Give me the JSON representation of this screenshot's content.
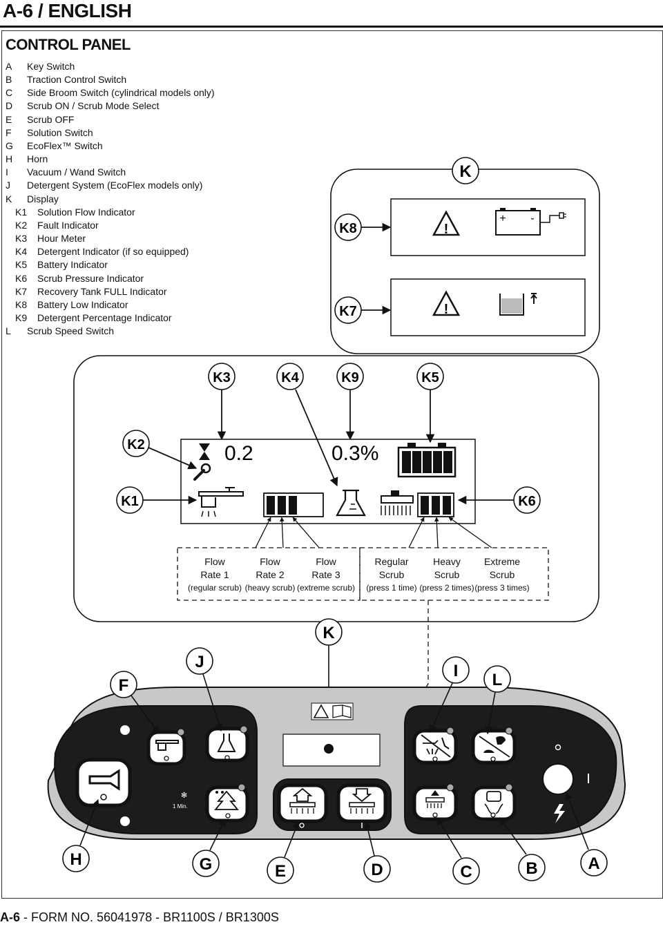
{
  "header": {
    "title": "A-6 / ENGLISH"
  },
  "section_title": "CONTROL PANEL",
  "legend": [
    {
      "key": "A",
      "label": "Key Switch"
    },
    {
      "key": "B",
      "label": "Traction Control Switch"
    },
    {
      "key": "C",
      "label": "Side Broom Switch (cylindrical models only)"
    },
    {
      "key": "D",
      "label": "Scrub ON / Scrub Mode Select"
    },
    {
      "key": "E",
      "label": "Scrub OFF"
    },
    {
      "key": "F",
      "label": "Solution Switch"
    },
    {
      "key": "G",
      "label": "EcoFlex™ Switch"
    },
    {
      "key": "H",
      "label": "Horn"
    },
    {
      "key": "I",
      "label": "Vacuum / Wand Switch"
    },
    {
      "key": "J",
      "label": "Detergent System (EcoFlex models only)"
    },
    {
      "key": "K",
      "label": "Display"
    },
    {
      "key": "K1",
      "label": "Solution Flow Indicator"
    },
    {
      "key": "K2",
      "label": "Fault Indicator"
    },
    {
      "key": "K3",
      "label": "Hour Meter"
    },
    {
      "key": "K4",
      "label": "Detergent Indicator (if so equipped)"
    },
    {
      "key": "K5",
      "label": "Battery Indicator"
    },
    {
      "key": "K6",
      "label": "Scrub Pressure Indicator"
    },
    {
      "key": "K7",
      "label": "Recovery Tank FULL Indicator"
    },
    {
      "key": "K8",
      "label": "Battery Low Indicator"
    },
    {
      "key": "K9",
      "label": "Detergent Percentage Indicator"
    },
    {
      "key": "L",
      "label": "Scrub Speed Switch"
    }
  ],
  "callouts": {
    "k": "K",
    "k8": "K8",
    "k7": "K7",
    "k3": "K3",
    "k4": "K4",
    "k9": "K9",
    "k5": "K5",
    "k2": "K2",
    "k1": "K1",
    "k6": "K6",
    "f": "F",
    "j": "J",
    "i": "I",
    "l": "L",
    "k_panel": "K",
    "h": "H",
    "g": "G",
    "e": "E",
    "d": "D",
    "c": "C",
    "b": "B",
    "a": "A"
  },
  "display": {
    "hour_meter": "0.2",
    "detergent_percent": "0.3%",
    "battery_plus": "+",
    "battery_minus": "-"
  },
  "flow_rates": [
    {
      "line1": "Flow",
      "line2": "Rate 1",
      "line3": "(regular scrub)"
    },
    {
      "line1": "Flow",
      "line2": "Rate 2",
      "line3": "(heavy scrub)"
    },
    {
      "line1": "Flow",
      "line2": "Rate 3",
      "line3": "(extreme scrub)"
    }
  ],
  "scrub_levels": [
    {
      "line1": "Regular",
      "line2": "Scrub",
      "line3": "(press 1 time)"
    },
    {
      "line1": "Heavy",
      "line2": "Scrub",
      "line3": "(press 2 times)"
    },
    {
      "line1": "Extreme",
      "line2": "Scrub",
      "line3": "(press 3 times)"
    }
  ],
  "panel": {
    "ecoflex_time": "1 Min.",
    "key_off": "O",
    "key_on": "I"
  },
  "footer": {
    "page": "A-6",
    "text": " - FORM NO. 56041978 - BR1100S / BR1300S"
  }
}
